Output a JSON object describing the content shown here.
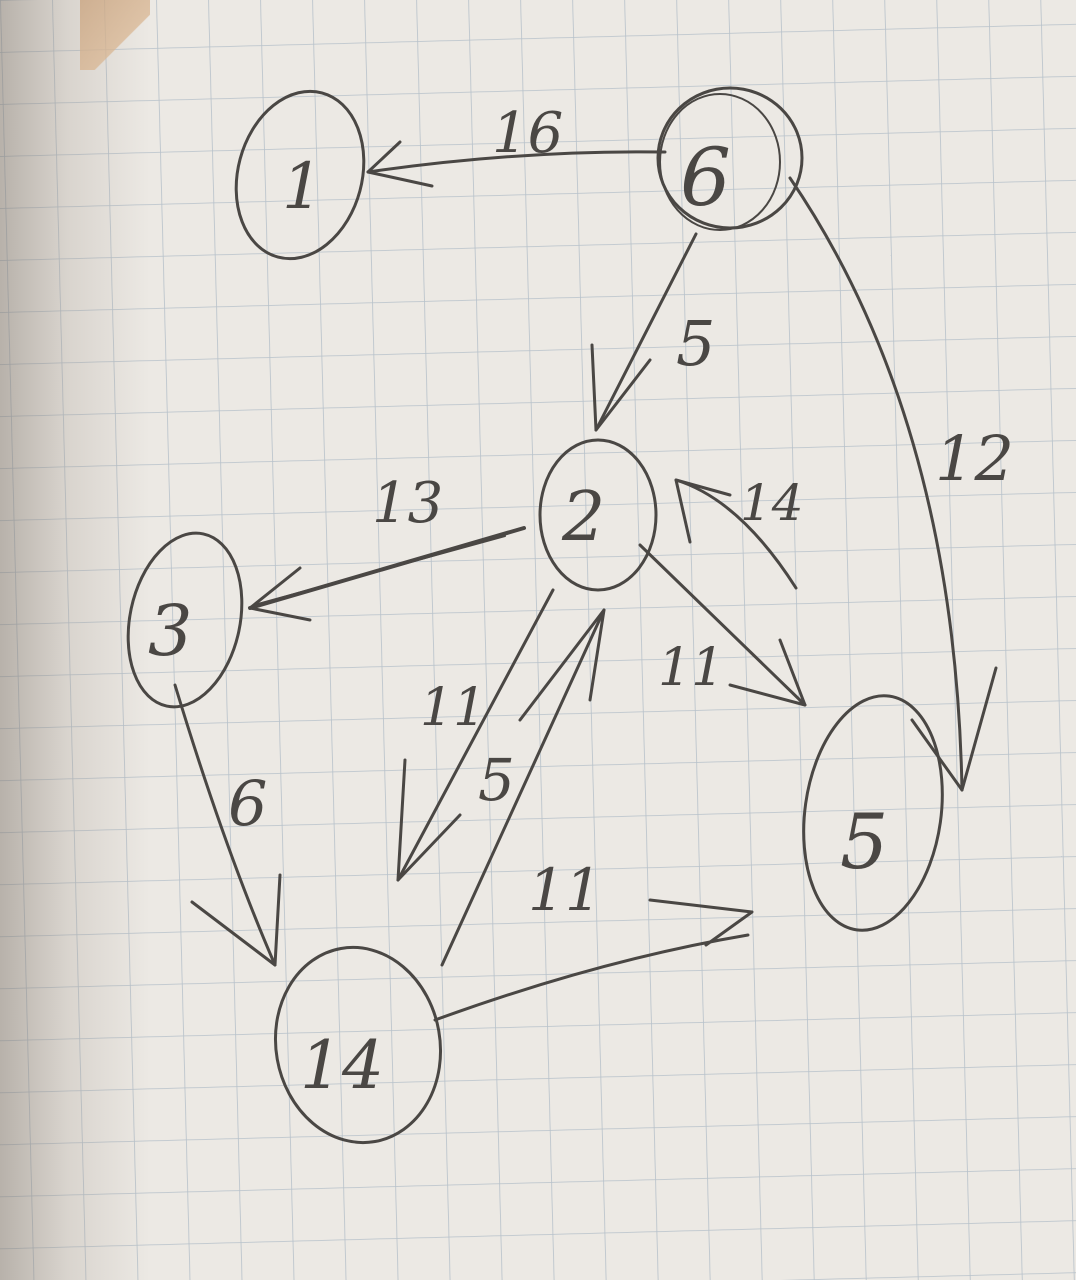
{
  "nodes": [
    {
      "id": "n1",
      "label": "1"
    },
    {
      "id": "n6",
      "label": "6"
    },
    {
      "id": "n2",
      "label": "2"
    },
    {
      "id": "n3",
      "label": "3"
    },
    {
      "id": "n5",
      "label": "5"
    },
    {
      "id": "n14",
      "label": "14"
    }
  ],
  "edges": [
    {
      "from": "6",
      "to": "1",
      "weight": "16"
    },
    {
      "from": "6",
      "to": "2",
      "weight": "5"
    },
    {
      "from": "6",
      "to": "5",
      "weight": "12"
    },
    {
      "from": "2",
      "to": "3",
      "weight": "13"
    },
    {
      "from": "5",
      "to": "2",
      "weight": "14"
    },
    {
      "from": "2",
      "to": "5",
      "weight": "11"
    },
    {
      "from": "2",
      "to": "14",
      "weight": "11"
    },
    {
      "from": "14",
      "to": "2",
      "weight": "5"
    },
    {
      "from": "3",
      "to": "14",
      "weight": "6"
    },
    {
      "from": "14",
      "to": "5",
      "weight": "11"
    }
  ],
  "colors": {
    "pencil": "#4a4744",
    "grid": "#b9c3cc",
    "paper": "#e9e6e1"
  }
}
